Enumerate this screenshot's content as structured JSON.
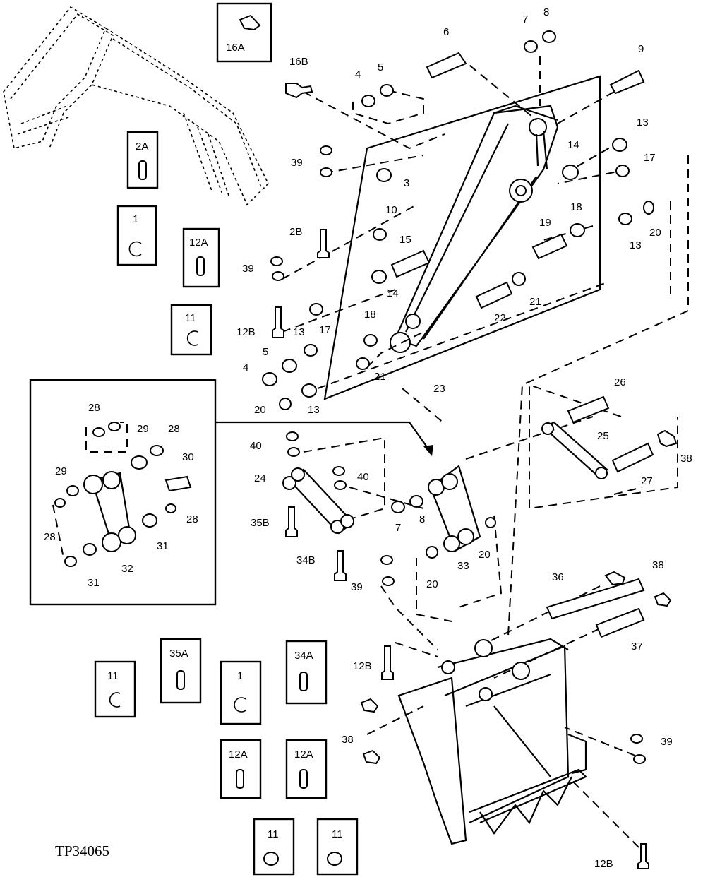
{
  "figure_code": "TP34065",
  "callouts": [
    {
      "id": "c6",
      "text": "6"
    },
    {
      "id": "c7a",
      "text": "7"
    },
    {
      "id": "c8a",
      "text": "8"
    },
    {
      "id": "c9",
      "text": "9"
    },
    {
      "id": "c16b",
      "text": "16B"
    },
    {
      "id": "c4a",
      "text": "4"
    },
    {
      "id": "c5a",
      "text": "5"
    },
    {
      "id": "c13a",
      "text": "13"
    },
    {
      "id": "c14a",
      "text": "14"
    },
    {
      "id": "c17a",
      "text": "17"
    },
    {
      "id": "c39a",
      "text": "39"
    },
    {
      "id": "c3",
      "text": "3"
    },
    {
      "id": "c2b",
      "text": "2B"
    },
    {
      "id": "c10",
      "text": "10"
    },
    {
      "id": "c15",
      "text": "15"
    },
    {
      "id": "c19",
      "text": "19"
    },
    {
      "id": "c18a",
      "text": "18"
    },
    {
      "id": "c13b",
      "text": "13"
    },
    {
      "id": "c20a",
      "text": "20"
    },
    {
      "id": "c39b",
      "text": "39"
    },
    {
      "id": "c14b",
      "text": "14"
    },
    {
      "id": "c12b1",
      "text": "12B"
    },
    {
      "id": "c13c",
      "text": "13"
    },
    {
      "id": "c17b",
      "text": "17"
    },
    {
      "id": "c18b",
      "text": "18"
    },
    {
      "id": "c22",
      "text": "22"
    },
    {
      "id": "c21a",
      "text": "21"
    },
    {
      "id": "c5b",
      "text": "5"
    },
    {
      "id": "c4b",
      "text": "4"
    },
    {
      "id": "c21b",
      "text": "21"
    },
    {
      "id": "c23",
      "text": "23"
    },
    {
      "id": "c20b",
      "text": "20"
    },
    {
      "id": "c13d",
      "text": "13"
    },
    {
      "id": "c28a",
      "text": "28"
    },
    {
      "id": "c29a",
      "text": "29"
    },
    {
      "id": "c28b",
      "text": "28"
    },
    {
      "id": "c30",
      "text": "30"
    },
    {
      "id": "c29b",
      "text": "29"
    },
    {
      "id": "c28c",
      "text": "28"
    },
    {
      "id": "c28d",
      "text": "28"
    },
    {
      "id": "c31a",
      "text": "31"
    },
    {
      "id": "c31b",
      "text": "31"
    },
    {
      "id": "c32",
      "text": "32"
    },
    {
      "id": "c40a",
      "text": "40"
    },
    {
      "id": "c24",
      "text": "24"
    },
    {
      "id": "c40b",
      "text": "40"
    },
    {
      "id": "c35b",
      "text": "35B"
    },
    {
      "id": "c7b",
      "text": "7"
    },
    {
      "id": "c8b",
      "text": "8"
    },
    {
      "id": "c34b",
      "text": "34B"
    },
    {
      "id": "c39c",
      "text": "39"
    },
    {
      "id": "c33",
      "text": "33"
    },
    {
      "id": "c20c",
      "text": "20"
    },
    {
      "id": "c20d",
      "text": "20"
    },
    {
      "id": "c26",
      "text": "26"
    },
    {
      "id": "c25",
      "text": "25"
    },
    {
      "id": "c38a",
      "text": "38"
    },
    {
      "id": "c27",
      "text": "27"
    },
    {
      "id": "c36",
      "text": "36"
    },
    {
      "id": "c38b",
      "text": "38"
    },
    {
      "id": "c37",
      "text": "37"
    },
    {
      "id": "c12b2",
      "text": "12B"
    },
    {
      "id": "c38c",
      "text": "38"
    },
    {
      "id": "c39d",
      "text": "39"
    },
    {
      "id": "c12b3",
      "text": "12B"
    }
  ],
  "kit_boxes": [
    {
      "id": "k16a",
      "text": "16A"
    },
    {
      "id": "k2a",
      "text": "2A"
    },
    {
      "id": "k1a",
      "text": "1"
    },
    {
      "id": "k12a1",
      "text": "12A"
    },
    {
      "id": "k11a",
      "text": "11"
    },
    {
      "id": "k11b",
      "text": "11"
    },
    {
      "id": "k35a",
      "text": "35A"
    },
    {
      "id": "k1b",
      "text": "1"
    },
    {
      "id": "k34a",
      "text": "34A"
    },
    {
      "id": "k12a2",
      "text": "12A"
    },
    {
      "id": "k12a3",
      "text": "12A"
    },
    {
      "id": "k11c",
      "text": "11"
    },
    {
      "id": "k11d",
      "text": "11"
    }
  ]
}
